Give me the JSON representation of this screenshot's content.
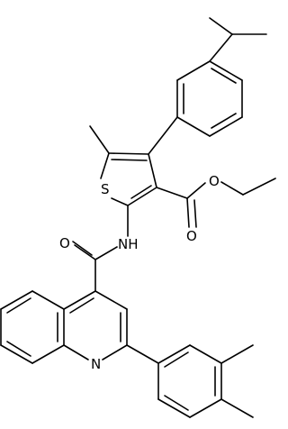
{
  "molecule": {
    "atom_labels": {
      "sulfur": "S",
      "amide_oxygen": "O",
      "amide_nitrogen": "NH",
      "quinoline_nitrogen": "N",
      "ester_oxygen_carbonyl": "O",
      "ester_oxygen_ether": "O"
    }
  }
}
